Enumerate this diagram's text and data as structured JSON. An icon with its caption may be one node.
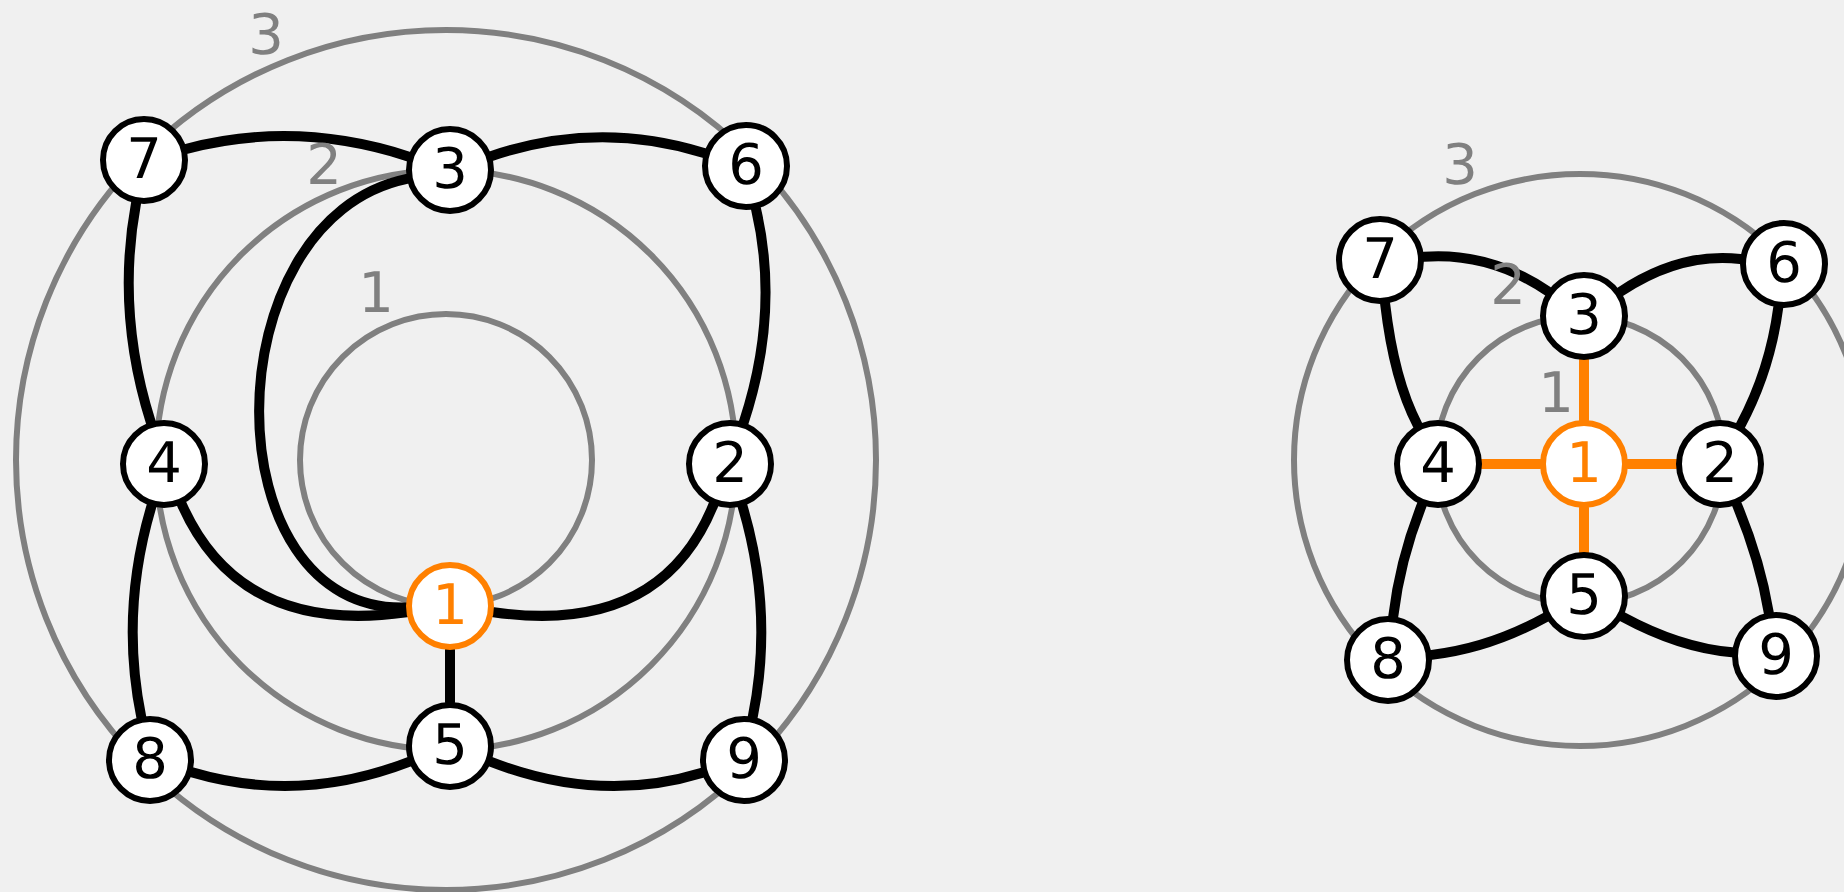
{
  "diagram": {
    "nodes": [
      {
        "text": [
          "1"
        ]
      },
      {
        "text": [
          "2"
        ]
      },
      {
        "text": [
          "3"
        ]
      },
      {
        "text": [
          "4"
        ]
      },
      {
        "text": [
          "5"
        ]
      },
      {
        "text": [
          "6"
        ]
      },
      {
        "text": [
          "7"
        ]
      },
      {
        "text": [
          "8"
        ]
      },
      {
        "text": [
          "9"
        ]
      },
      {
        "text": [
          "1"
        ]
      },
      {
        "text": [
          "2"
        ]
      },
      {
        "text": [
          "3"
        ]
      },
      {
        "text": [
          "4"
        ]
      },
      {
        "text": [
          "5"
        ]
      },
      {
        "text": [
          "6"
        ]
      },
      {
        "text": [
          "7"
        ]
      },
      {
        "text": [
          "8"
        ]
      },
      {
        "text": [
          "9"
        ]
      }
    ],
    "edges": [
      {
        "from": 6,
        "to": 2,
        "arrow": "none"
      },
      {
        "from": 2,
        "to": 5,
        "arrow": "none"
      },
      {
        "from": 6,
        "to": 3,
        "arrow": "none"
      },
      {
        "from": 5,
        "to": 1,
        "arrow": "none"
      },
      {
        "from": 3,
        "to": 7,
        "arrow": "none"
      },
      {
        "from": 1,
        "to": 8,
        "arrow": "none"
      },
      {
        "from": 7,
        "to": 4,
        "arrow": "none"
      },
      {
        "from": 4,
        "to": 8,
        "arrow": "none"
      },
      {
        "from": 3,
        "to": 0,
        "arrow": "none"
      },
      {
        "from": 0,
        "to": 1,
        "arrow": "none"
      },
      {
        "from": 2,
        "to": 0,
        "arrow": "none"
      },
      {
        "from": 0,
        "to": 4,
        "arrow": "none"
      },
      {
        "from": 15,
        "to": 11,
        "arrow": "none"
      },
      {
        "from": 11,
        "to": 14,
        "arrow": "none"
      },
      {
        "from": 15,
        "to": 12,
        "arrow": "none"
      },
      {
        "from": 14,
        "to": 10,
        "arrow": "none"
      },
      {
        "from": 12,
        "to": 16,
        "arrow": "none"
      },
      {
        "from": 10,
        "to": 17,
        "arrow": "none"
      },
      {
        "from": 16,
        "to": 13,
        "arrow": "none"
      },
      {
        "from": 13,
        "to": 17,
        "arrow": "none"
      },
      {
        "from": 11,
        "to": 9,
        "arrow": "none",
        "color": "#ff8000"
      },
      {
        "from": 9,
        "to": 12,
        "arrow": "none",
        "color": "#ff8000"
      },
      {
        "from": 9,
        "to": 10,
        "arrow": "none",
        "color": "#ff8000"
      },
      {
        "from": 9,
        "to": 13,
        "arrow": "none",
        "color": "#ff8000"
      }
    ],
    "labels": [
      "3",
      "2",
      "1",
      "3",
      "2",
      "1"
    ]
  }
}
